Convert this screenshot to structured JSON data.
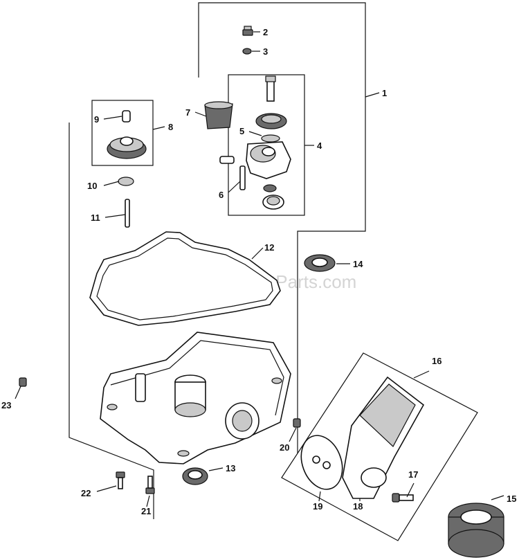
{
  "watermark": "eReplacementParts.com",
  "callouts": [
    {
      "id": "c1",
      "text": "1"
    },
    {
      "id": "c2",
      "text": "2"
    },
    {
      "id": "c3",
      "text": "3"
    },
    {
      "id": "c4",
      "text": "4"
    },
    {
      "id": "c5",
      "text": "5"
    },
    {
      "id": "c6",
      "text": "6"
    },
    {
      "id": "c7",
      "text": "7"
    },
    {
      "id": "c8",
      "text": "8"
    },
    {
      "id": "c9",
      "text": "9"
    },
    {
      "id": "c10",
      "text": "10"
    },
    {
      "id": "c11",
      "text": "11"
    },
    {
      "id": "c12",
      "text": "12"
    },
    {
      "id": "c13",
      "text": "13"
    },
    {
      "id": "c14",
      "text": "14"
    },
    {
      "id": "c15",
      "text": "15"
    },
    {
      "id": "c16",
      "text": "16"
    },
    {
      "id": "c17",
      "text": "17"
    },
    {
      "id": "c18",
      "text": "18"
    },
    {
      "id": "c19",
      "text": "19"
    },
    {
      "id": "c20",
      "text": "20"
    },
    {
      "id": "c21",
      "text": "21"
    },
    {
      "id": "c22",
      "text": "22"
    },
    {
      "id": "c23",
      "text": "23"
    }
  ]
}
